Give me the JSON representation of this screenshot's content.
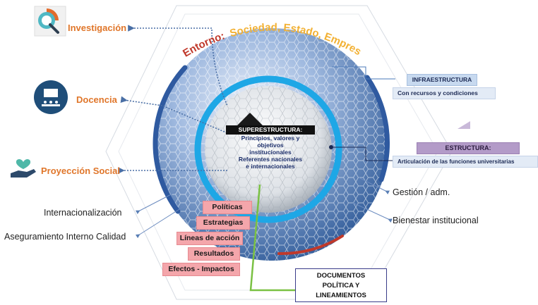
{
  "entorno": {
    "prefix": "Entorno:",
    "detail": "Sociedad, Estado, Empresa"
  },
  "left_functions": [
    {
      "label": "Investigación",
      "icon": "magnifier-chart-icon"
    },
    {
      "label": "Docencia",
      "icon": "classroom-icon"
    },
    {
      "label": "Proyección Social",
      "icon": "hand-heart-icon"
    }
  ],
  "left_plain": [
    "Internacionalización",
    "Aseguramiento Interno Calidad"
  ],
  "right_plain": [
    "Gestión / adm.",
    "Bienestar institucional"
  ],
  "infraestructura": {
    "title": "INFRAESTRUCTURA",
    "subtitle": "Con recursos y condiciones"
  },
  "estructura": {
    "title": "ESTRUCTURA:",
    "subtitle": "Articulación de las funciones universitarias"
  },
  "superestructura": {
    "title": "SUPERESTRUCTURA:",
    "lines": [
      "Principios, valores y",
      "objetivos",
      "institucionales",
      "Referentes nacionales",
      "e internacionales"
    ]
  },
  "levels": [
    "Políticas",
    "Estrategias",
    "Líneas de acción",
    "Resultados",
    "Efectos - Impactos"
  ],
  "documentos": [
    "DOCUMENTOS",
    "POLÍTICA Y",
    "LINEAMIENTOS"
  ],
  "colors": {
    "accent_orange": "#e0762a",
    "sphere_blue": "#4a78b8",
    "ring_cyan": "#1ea7e6",
    "pink": "#f4a6ab",
    "purple": "#b39bc8",
    "green_line": "#7ac143",
    "red_arc": "#c0392b"
  }
}
